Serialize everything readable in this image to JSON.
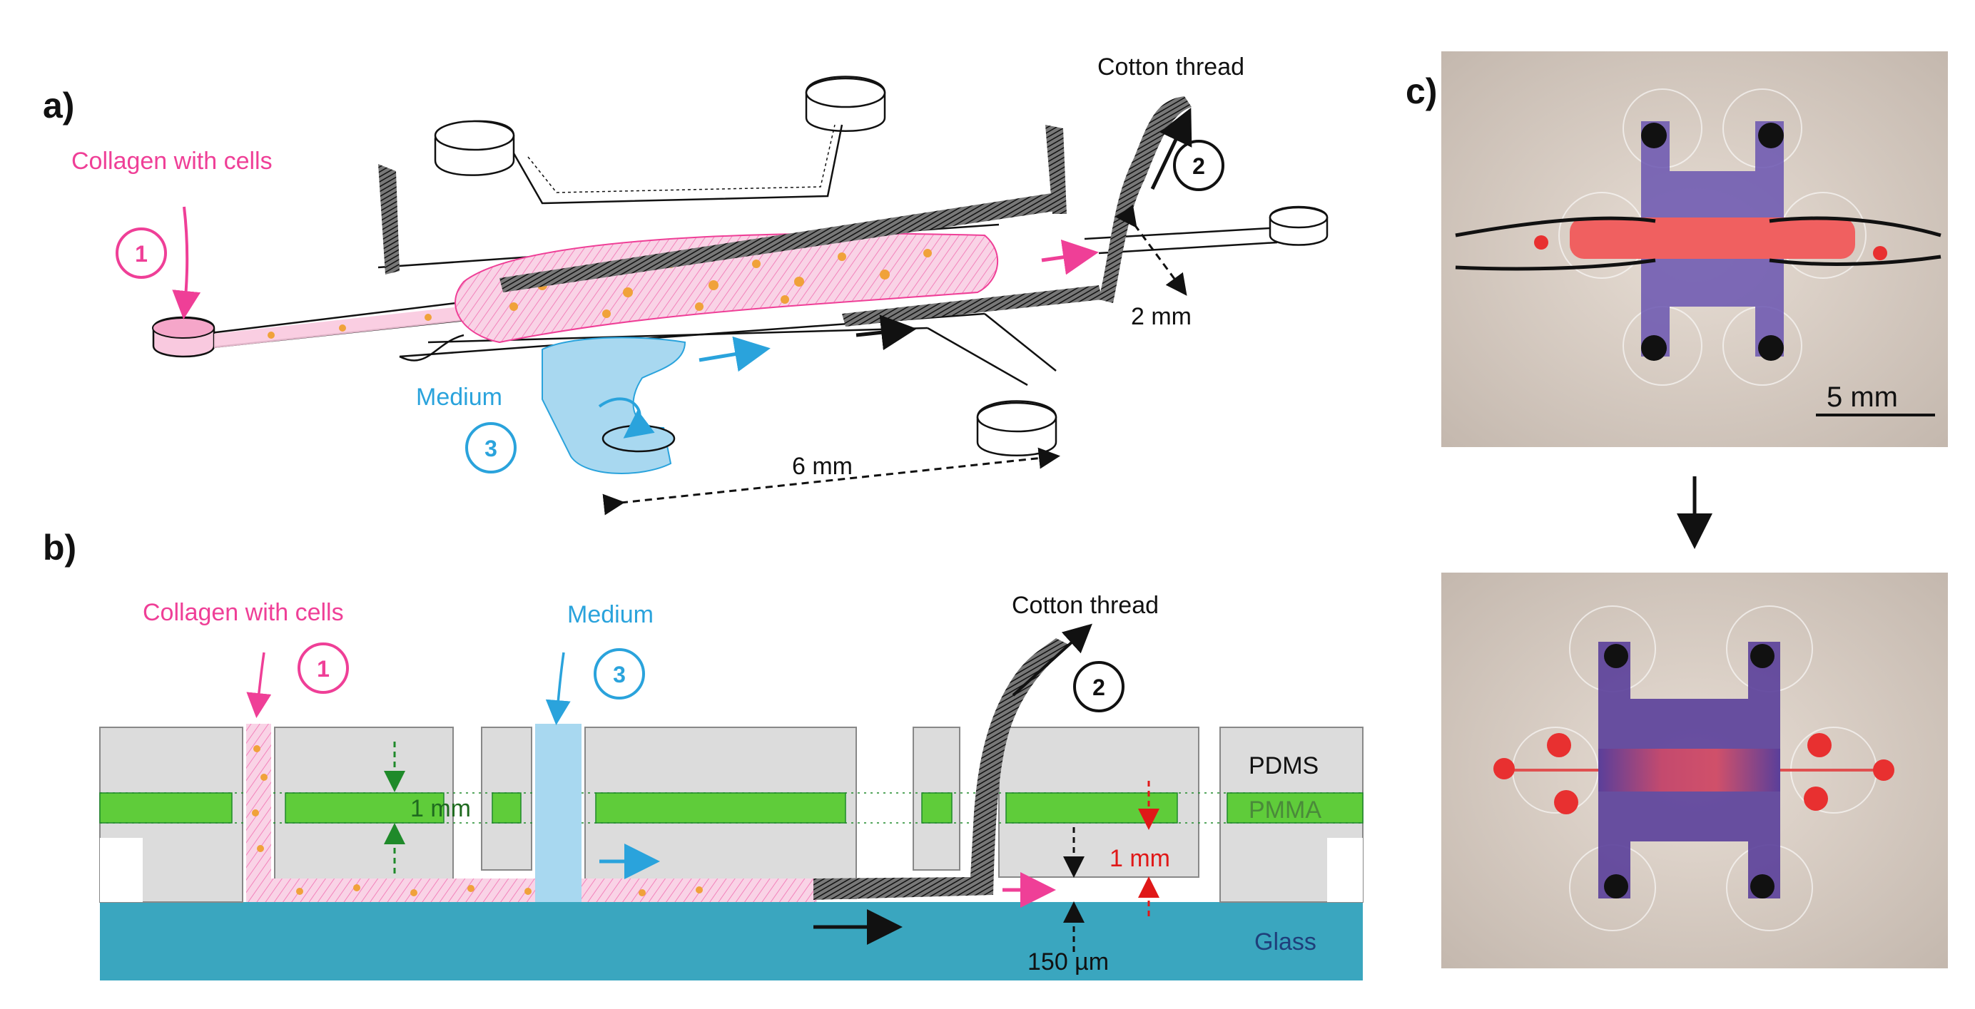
{
  "panel_a": {
    "letter": "a)",
    "collagen_label": "Collagen with cells",
    "cotton_label": "Cotton thread",
    "medium_label": "Medium",
    "step1": "1",
    "step2": "2",
    "step3": "3",
    "dim_width": "2 mm",
    "dim_length": "6 mm"
  },
  "panel_b": {
    "letter": "b)",
    "collagen_label": "Collagen with cells",
    "medium_label": "Medium",
    "cotton_label": "Cotton thread",
    "step1": "1",
    "step2": "2",
    "step3": "3",
    "layer_pdms": "PDMS",
    "layer_pmma": "PMMA",
    "layer_glass": "Glass",
    "dim_pmma": "1 mm",
    "dim_pdms": "1 mm",
    "dim_gap": "150 µm"
  },
  "panel_c": {
    "letter": "c)",
    "scale_bar": "5 mm"
  },
  "colors": {
    "collagen_pink": "#ef3f97",
    "medium_blue": "#2aa3dc",
    "pmma_green": "#5fcc3a",
    "glass_teal": "#3aa6bf",
    "pdms_gray": "#dcdcdc",
    "red_dim": "#e01818"
  }
}
